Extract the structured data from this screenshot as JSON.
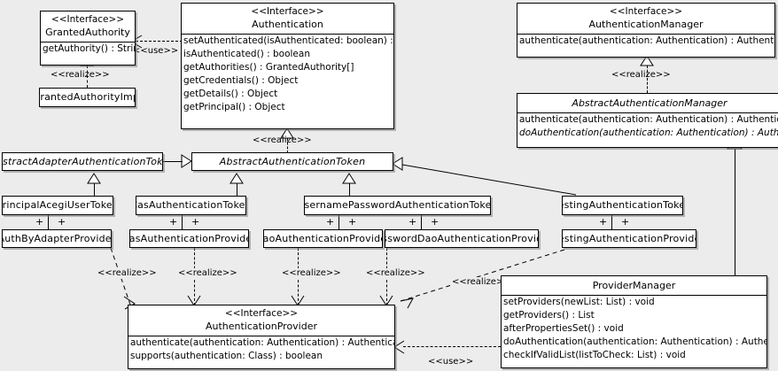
{
  "diagram": {
    "kind": "uml-class-diagram",
    "background": "#ececec",
    "box_fill": "#ffffff",
    "line_color": "#000000"
  },
  "stereotypes": {
    "interface": "<<Interface>>",
    "realize": "<<realize>>",
    "use": "<<use>>",
    "plus": "+"
  },
  "classes": {
    "granted_authority": {
      "stereotype": "<<Interface>>",
      "name": "GrantedAuthority",
      "members": [
        "getAuthority() : String"
      ]
    },
    "granted_authority_impl": {
      "name": "GrantedAuthorityImpl"
    },
    "authentication": {
      "stereotype": "<<Interface>>",
      "name": "Authentication",
      "members": [
        "setAuthenticated(isAuthenticated: boolean) : void",
        "isAuthenticated() : boolean",
        "getAuthorities() : GrantedAuthority[]",
        "getCredentials() : Object",
        "getDetails() : Object",
        "getPrincipal() : Object"
      ]
    },
    "authentication_manager": {
      "stereotype": "<<Interface>>",
      "name": "AuthenticationManager",
      "members": [
        "authenticate(authentication: Authentication) : Authentication"
      ]
    },
    "abstract_authentication_manager": {
      "name": "AbstractAuthenticationManager",
      "members": [
        "authenticate(authentication: Authentication) : Authentication",
        "doAuthentication(authentication: Authentication) : Authentication"
      ]
    },
    "abstract_adapter_authentication_token": {
      "name": "AbstractAdapterAuthenticationToken"
    },
    "abstract_authentication_token": {
      "name": "AbstractAuthenticationToken"
    },
    "principal_acegi_user_token": {
      "name": "PrincipalAcegiUserToken"
    },
    "cas_authentication_token": {
      "name": "CasAuthenticationToken"
    },
    "username_password_authentication_token": {
      "name": "UsernamePasswordAuthenticationToken"
    },
    "testing_authentication_token": {
      "name": "TestingAuthenticationToken"
    },
    "auth_by_adapter_provider": {
      "name": "AuthByAdapterProvider"
    },
    "cas_authentication_provider": {
      "name": "CasAuthenticationProvider"
    },
    "dao_authentication_provider": {
      "name": "DaoAuthenticationProvider"
    },
    "password_dao_authentication_provider": {
      "name": "PasswordDaoAuthenticationProvider"
    },
    "testing_authentication_provider": {
      "name": "TestingAuthenticationProvider"
    },
    "authentication_provider": {
      "stereotype": "<<Interface>>",
      "name": "AuthenticationProvider",
      "members": [
        "authenticate(authentication: Authentication) : Authentication",
        "supports(authentication: Class) : boolean"
      ]
    },
    "provider_manager": {
      "name": "ProviderManager",
      "members": [
        "setProviders(newList: List) : void",
        "getProviders() : List",
        "afterPropertiesSet() : void",
        "doAuthentication(authentication: Authentication) : Authentication",
        "checkIfValidList(listToCheck: List) : void"
      ]
    }
  },
  "relationship_labels": {
    "use_granted_authority": "<<use>>",
    "realize_granted_authority_impl": "<<realize>>",
    "realize_abstract_token": "<<realize>>",
    "realize_abstract_auth_manager": "<<realize>>",
    "realize_auth_by_adapter": "<<realize>>",
    "realize_cas_provider": "<<realize>>",
    "realize_dao_provider": "<<realize>>",
    "realize_password_dao_provider": "<<realize>>",
    "realize_testing_provider": "<<realize>>",
    "use_provider_manager": "<<use>>"
  }
}
